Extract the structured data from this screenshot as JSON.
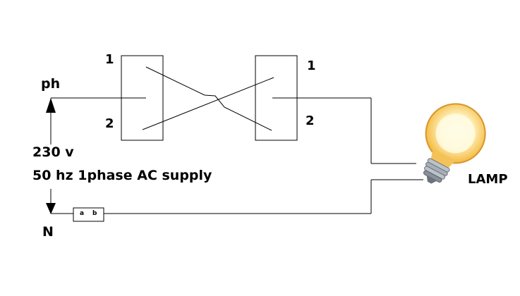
{
  "labels": {
    "ph": "ph",
    "n": "N",
    "voltage": "230 v",
    "supply": "50 hz 1phase AC supply",
    "lamp": "LAMP",
    "switch1_t1": "1",
    "switch1_t2": "2",
    "switch2_t1": "1",
    "switch2_t2": "2",
    "fuse_a": "a",
    "fuse_b": "b"
  },
  "colors": {
    "wire": "#000000",
    "bulb_glow_outer": "#f7c948",
    "bulb_glow_inner": "#fff6c8",
    "bulb_base": "#8a9099"
  }
}
